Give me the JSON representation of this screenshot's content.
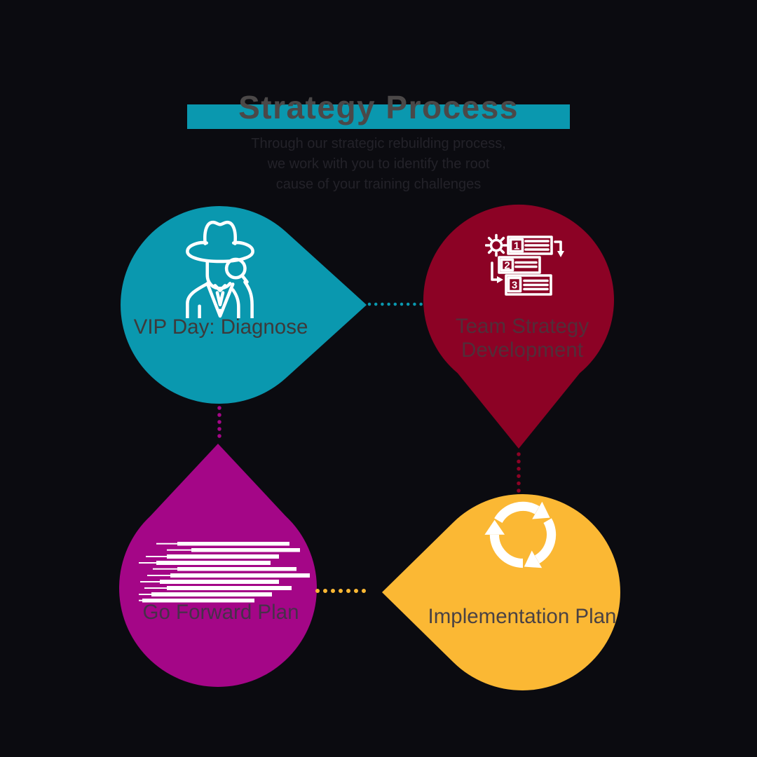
{
  "header": {
    "title": "Strategy Process",
    "subtitle_line1": "Through our strategic rebuilding process,",
    "subtitle_line2": "we work with you to identify the root",
    "subtitle_line3": "cause of your training challenges"
  },
  "steps": {
    "diagnose": {
      "label": "VIP Day: Diagnose",
      "icon": "detective-magnifier-icon",
      "shape_color": "#0a98af",
      "label_color": "#3d3a3b"
    },
    "team_strategy": {
      "label": "Team Strategy Development",
      "icon": "numbered-process-icon",
      "shape_color": "#8c0225",
      "label_color": "#512e39"
    },
    "go_forward": {
      "label": "Go Forward Plan",
      "icon": "speed-lines-icon",
      "shape_color": "#a40687",
      "label_color": "#47304a"
    },
    "implementation": {
      "label": "Implementation Plan",
      "icon": "cycle-arrows-icon",
      "shape_color": "#fbb834",
      "label_color": "#4a4244"
    }
  },
  "connectors": {
    "diagnose_to_team": "#0a98af",
    "diagnose_to_forward": "#a40687",
    "team_to_implementation": "#8c0225",
    "forward_to_implementation": "#fbb834"
  },
  "colors": {
    "background": "#0b0b10",
    "banner": "#0a98af",
    "title_text": "#4b4848",
    "subtitle_text": "#232229",
    "icon_stroke": "#ffffff"
  }
}
